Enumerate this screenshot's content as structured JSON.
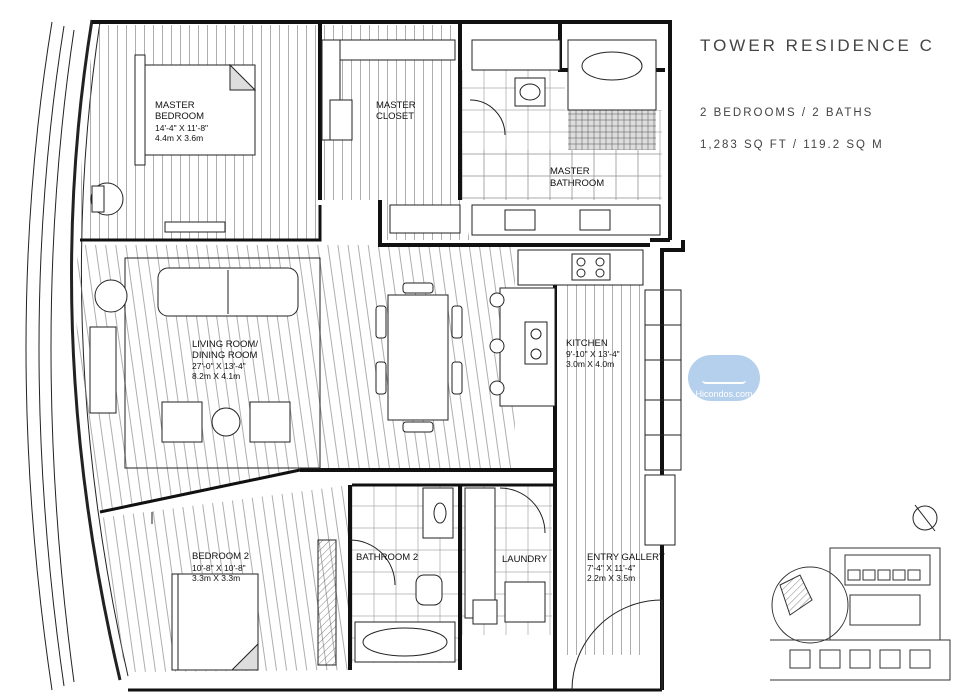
{
  "header": {
    "title": "TOWER RESIDENCE C",
    "beds_baths": "2 BEDROOMS / 2 BATHS",
    "area": "1,283 SQ FT / 119.2 SQ M"
  },
  "rooms": {
    "master_bedroom": {
      "name1": "MASTER",
      "name2": "BEDROOM",
      "dim_ft": "14'-4\" X 11'-8\"",
      "dim_m": "4.4m X 3.6m"
    },
    "master_closet": {
      "name1": "MASTER",
      "name2": "CLOSET"
    },
    "master_bathroom": {
      "name1": "MASTER",
      "name2": "BATHROOM"
    },
    "living_room": {
      "name1": "LIVING ROOM/",
      "name2": "DINING ROOM",
      "dim_ft": "27'-0\" X 13'-4\"",
      "dim_m": "8.2m X 4.1m"
    },
    "kitchen": {
      "name": "KITCHEN",
      "dim_ft": "9'-10\" X 13'-4\"",
      "dim_m": "3.0m X 4.0m"
    },
    "bedroom_2": {
      "name": "BEDROOM 2",
      "dim_ft": "10'-8\" X 10'-8\"",
      "dim_m": "3.3m X 3.3m"
    },
    "bathroom_2": {
      "name": "BATHROOM 2"
    },
    "laundry": {
      "name": "LAUNDRY"
    },
    "entry_gallery": {
      "name": "ENTRY GALLERY",
      "dim_ft": "7'-4\" X 11'-4\"",
      "dim_m": "2.2m X 3.5m"
    }
  },
  "watermark": {
    "text": "Hicondos.com",
    "color": "#a9c8ea"
  }
}
